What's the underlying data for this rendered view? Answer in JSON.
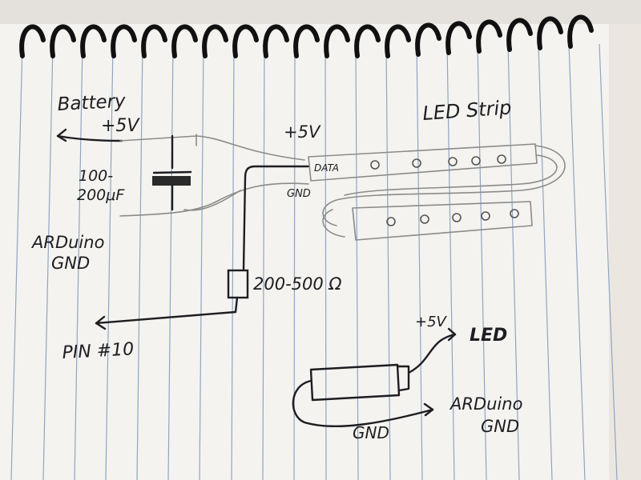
{
  "diagram": {
    "labels": {
      "battery": "Battery",
      "battery_voltage": "+5V",
      "capacitor": "100-\n200μF",
      "arduino_gnd_left": "ARDuino\nGND",
      "strip_voltage": "+5V",
      "data_pin": "DATA",
      "gnd_pin": "GND",
      "led_strip": "LED Strip",
      "resistor": "200-500 Ω",
      "pin": "PIN #10",
      "legend_voltage": "+5V",
      "legend_led": "LED",
      "legend_gnd": "GND",
      "legend_arduino_gnd": "ARDuino\nGND"
    }
  }
}
